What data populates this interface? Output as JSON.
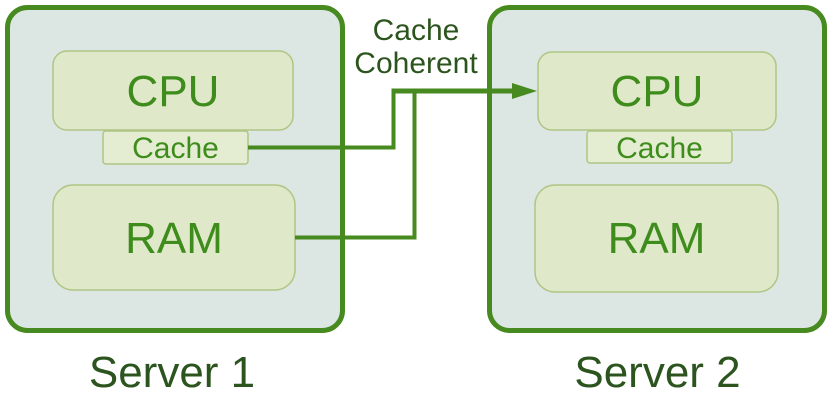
{
  "diagram": {
    "connection_label": {
      "line1": "Cache",
      "line2": "Coherent"
    },
    "servers": [
      {
        "label": "Server 1",
        "components": {
          "cpu": "CPU",
          "cache": "Cache",
          "ram": "RAM"
        }
      },
      {
        "label": "Server 2",
        "components": {
          "cpu": "CPU",
          "cache": "Cache",
          "ram": "RAM"
        }
      }
    ],
    "colors": {
      "background": "#ffffff",
      "server_fill": "#dce6e2",
      "server_border": "#478a1f",
      "component_fill": "#dfe8c8",
      "cache_fill": "#e4edd2",
      "component_border": "#afc584",
      "component_text": "#3e8c1c",
      "label_text": "#2c541e",
      "connector": "#478a1f"
    }
  }
}
